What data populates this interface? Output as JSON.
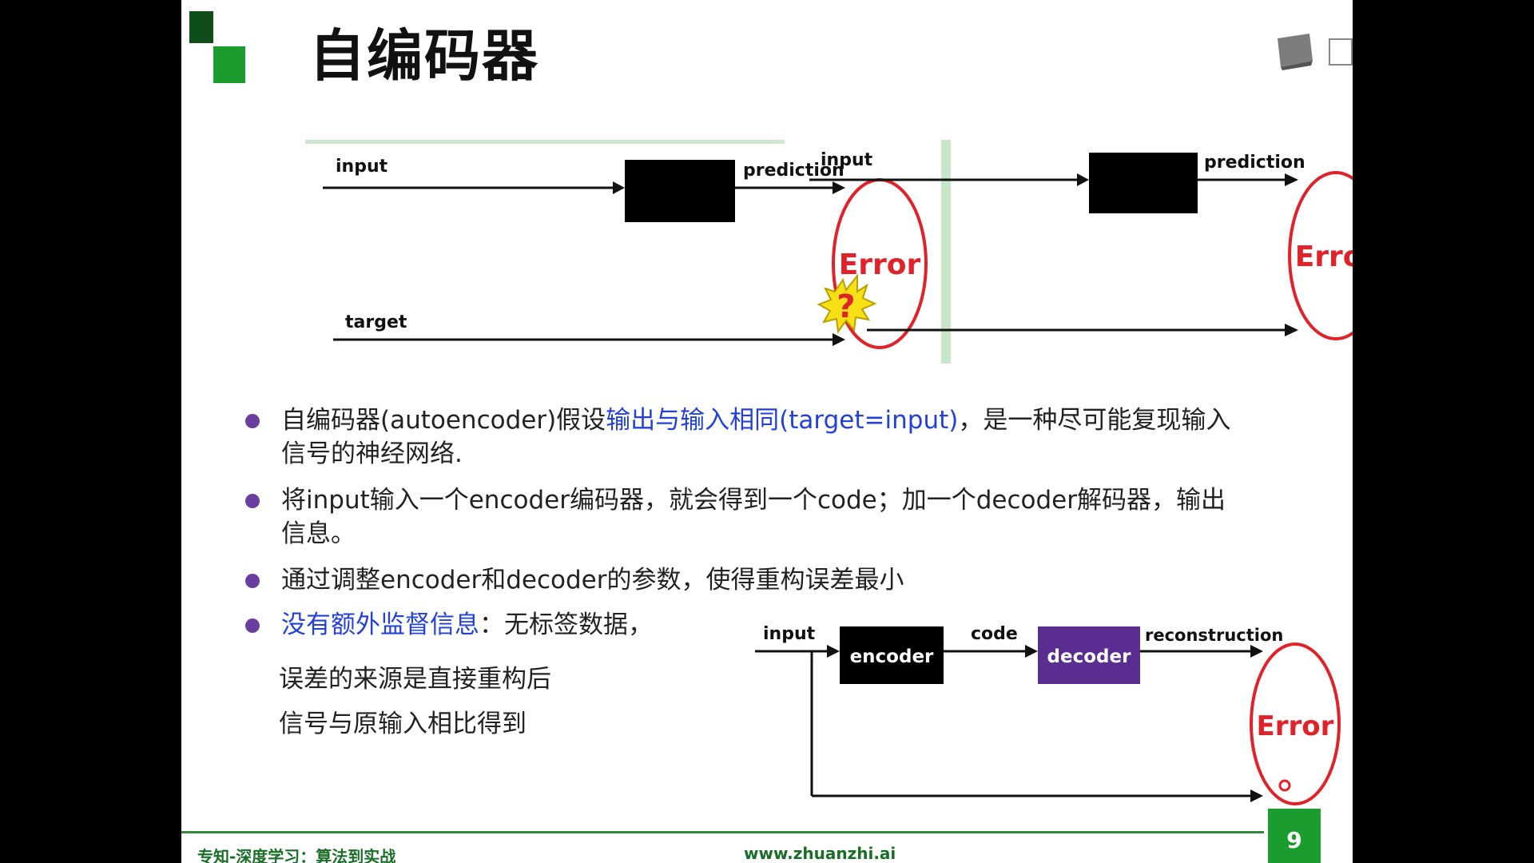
{
  "slide": {
    "title": "自编码器",
    "page_number": "9",
    "footer_left": "专知-深度学习：算法到实战",
    "footer_right": "www.zhuanzhi.ai",
    "colors": {
      "green": "#1a9c2e",
      "dark_green": "#0f4d1a",
      "error_red": "#e0232a",
      "purple": "#5a2d91",
      "bullet_blue": "#2340d8"
    }
  },
  "diagram_left": {
    "input": "input",
    "prediction": "prediction",
    "target": "target",
    "error": "Error"
  },
  "diagram_right": {
    "input": "input",
    "prediction": "prediction",
    "error": "Error",
    "question": "?"
  },
  "bullets": [
    {
      "prefix": "自编码器(autoencoder)假设",
      "highlight": "输出与输入相同(target=input)",
      "suffix": "，是一种尽可能复现输入信号的神经网络."
    },
    {
      "text": "将input输入一个encoder编码器，就会得到一个code；加一个decoder解码器，输出信息。"
    },
    {
      "text": "通过调整encoder和decoder的参数，使得重构误差最小"
    },
    {
      "highlight": "没有额外监督信息",
      "suffix": "：无标签数据，"
    }
  ],
  "bullet4_extra": [
    "误差的来源是直接重构后",
    "信号与原输入相比得到"
  ],
  "diagram_bottom": {
    "input": "input",
    "encoder": "encoder",
    "code": "code",
    "decoder": "decoder",
    "reconstruction": "reconstruction",
    "error": "Error"
  }
}
